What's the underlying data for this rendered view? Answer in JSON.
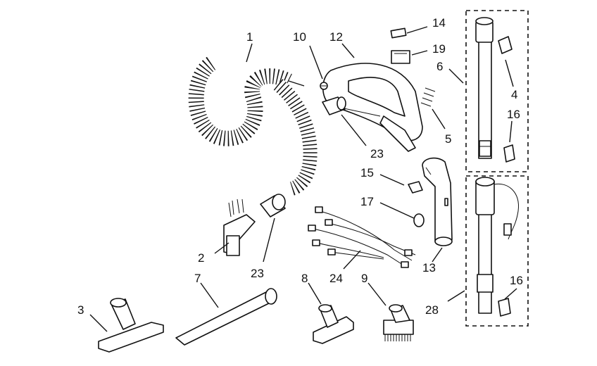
{
  "callouts": [
    {
      "id": "1",
      "text": "1"
    },
    {
      "id": "10",
      "text": "10"
    },
    {
      "id": "12",
      "text": "12"
    },
    {
      "id": "14",
      "text": "14"
    },
    {
      "id": "19",
      "text": "19"
    },
    {
      "id": "6",
      "text": "6"
    },
    {
      "id": "4",
      "text": "4"
    },
    {
      "id": "16a",
      "text": "16"
    },
    {
      "id": "5",
      "text": "5"
    },
    {
      "id": "23a",
      "text": "23"
    },
    {
      "id": "15",
      "text": "15"
    },
    {
      "id": "17",
      "text": "17"
    },
    {
      "id": "2",
      "text": "2"
    },
    {
      "id": "23b",
      "text": "23"
    },
    {
      "id": "7",
      "text": "7"
    },
    {
      "id": "8",
      "text": "8"
    },
    {
      "id": "24",
      "text": "24"
    },
    {
      "id": "9",
      "text": "9"
    },
    {
      "id": "13",
      "text": "13"
    },
    {
      "id": "16b",
      "text": "16"
    },
    {
      "id": "28",
      "text": "28"
    },
    {
      "id": "3",
      "text": "3"
    }
  ]
}
